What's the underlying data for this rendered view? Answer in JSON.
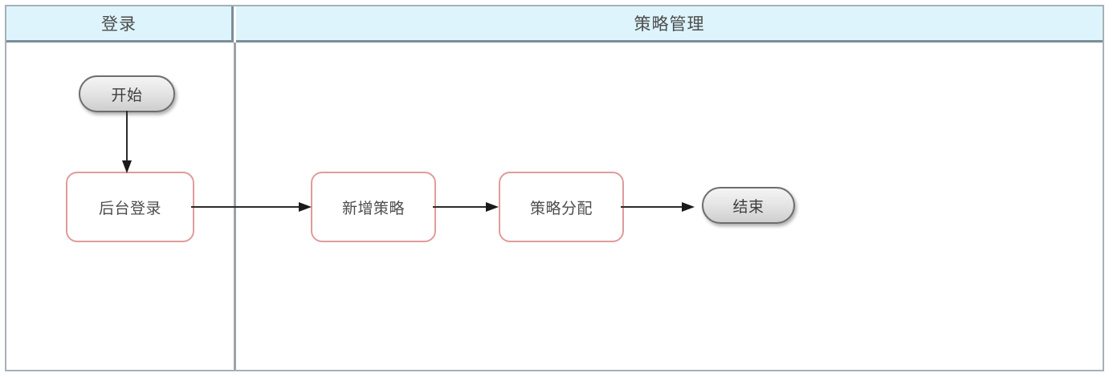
{
  "diagram": {
    "type": "swimlane-flowchart",
    "orientation": "horizontal",
    "lanes": [
      {
        "id": "login",
        "title": "登录"
      },
      {
        "id": "policy",
        "title": "策略管理"
      }
    ],
    "nodes": [
      {
        "id": "start",
        "lane": "login",
        "shape": "terminator",
        "label": "开始"
      },
      {
        "id": "backend-login",
        "lane": "login",
        "shape": "process",
        "label": "后台登录"
      },
      {
        "id": "add-policy",
        "lane": "policy",
        "shape": "process",
        "label": "新增策略"
      },
      {
        "id": "assign-policy",
        "lane": "policy",
        "shape": "process",
        "label": "策略分配"
      },
      {
        "id": "end",
        "lane": "policy",
        "shape": "terminator",
        "label": "结束"
      }
    ],
    "edges": [
      {
        "from": "start",
        "to": "backend-login",
        "direction": "down",
        "label": ""
      },
      {
        "from": "backend-login",
        "to": "add-policy",
        "direction": "right",
        "label": ""
      },
      {
        "from": "add-policy",
        "to": "assign-policy",
        "direction": "right",
        "label": ""
      },
      {
        "from": "assign-policy",
        "to": "end",
        "direction": "right",
        "label": ""
      }
    ],
    "colors": {
      "lane_header_fill": "#ddf4fd",
      "lane_header_border": "#7c8d96",
      "pool_border": "#a7b0b5",
      "process_border": "#e09b9b",
      "process_fill": "#ffffff",
      "terminator_border": "#6e6e6e",
      "terminator_fill": "#e2e2e2",
      "connector": "#2b2b2b",
      "text": "#4d4d4d",
      "canvas": "#ffffff"
    }
  }
}
